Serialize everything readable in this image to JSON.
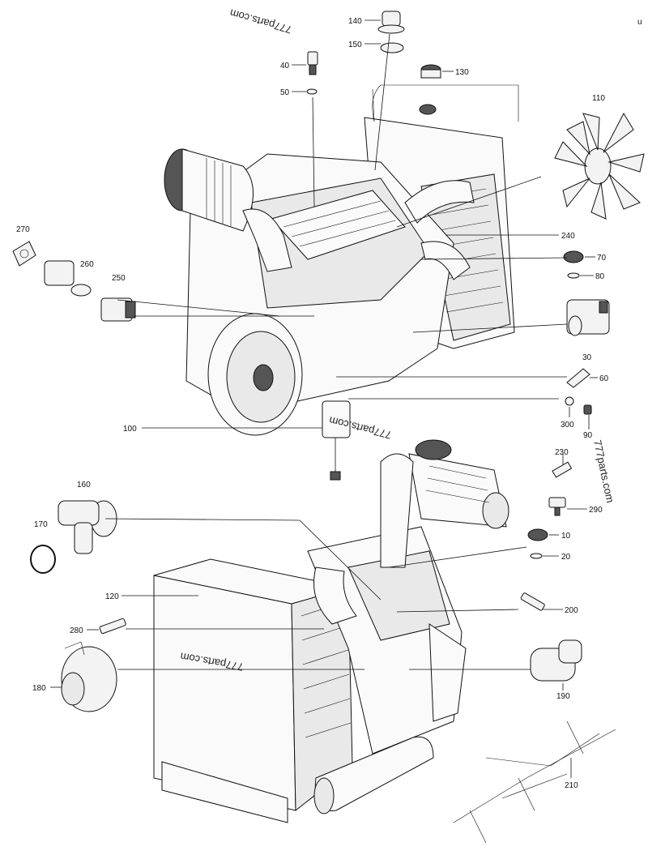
{
  "watermarks": [
    "777parts.com",
    "777parts.com",
    "777parts.com",
    "777parts.com"
  ],
  "corner_mark": "u",
  "callouts": [
    {
      "id": "c140",
      "label": "140"
    },
    {
      "id": "c150",
      "label": "150"
    },
    {
      "id": "c40",
      "label": "40"
    },
    {
      "id": "c50",
      "label": "50"
    },
    {
      "id": "c130",
      "label": "130"
    },
    {
      "id": "c110",
      "label": "110"
    },
    {
      "id": "c270",
      "label": "270"
    },
    {
      "id": "c260",
      "label": "260"
    },
    {
      "id": "c250",
      "label": "250"
    },
    {
      "id": "c240",
      "label": "240"
    },
    {
      "id": "c70",
      "label": "70"
    },
    {
      "id": "c80",
      "label": "80"
    },
    {
      "id": "c30",
      "label": "30"
    },
    {
      "id": "c60",
      "label": "60"
    },
    {
      "id": "c300",
      "label": "300"
    },
    {
      "id": "c90",
      "label": "90"
    },
    {
      "id": "c100",
      "label": "100"
    },
    {
      "id": "c230",
      "label": "230"
    },
    {
      "id": "c290",
      "label": "290"
    },
    {
      "id": "c160",
      "label": "160"
    },
    {
      "id": "c170",
      "label": "170"
    },
    {
      "id": "c10",
      "label": "10"
    },
    {
      "id": "c20",
      "label": "20"
    },
    {
      "id": "c120",
      "label": "120"
    },
    {
      "id": "c200",
      "label": "200"
    },
    {
      "id": "c280",
      "label": "280"
    },
    {
      "id": "c180",
      "label": "180"
    },
    {
      "id": "c190",
      "label": "190"
    },
    {
      "id": "c210",
      "label": "210"
    }
  ]
}
